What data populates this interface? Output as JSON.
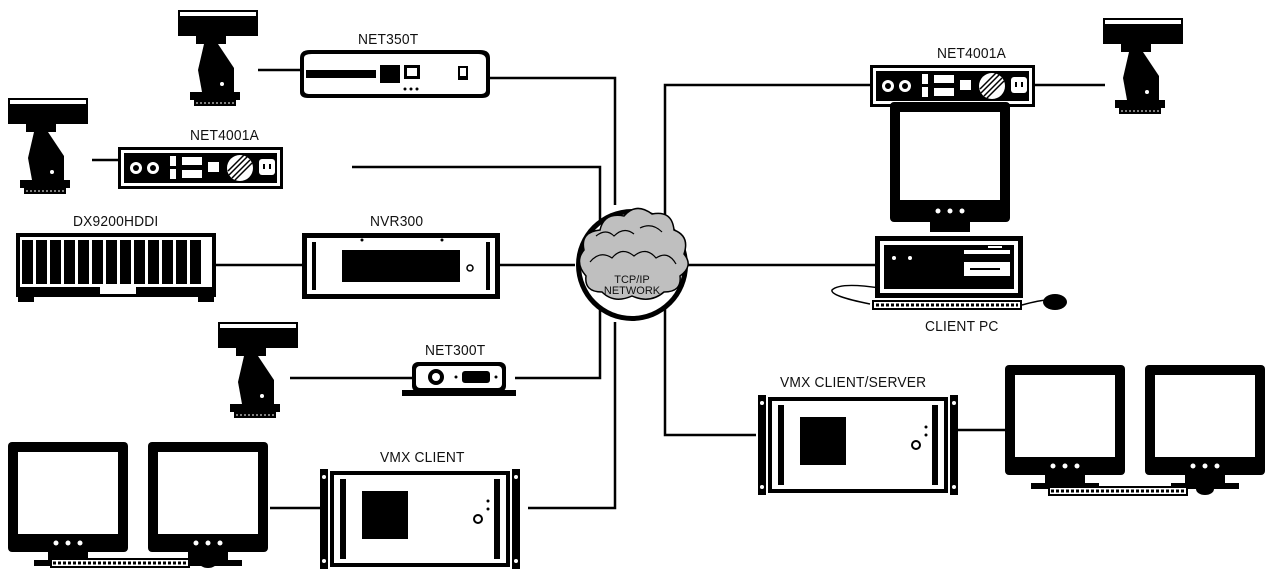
{
  "network": {
    "line1": "TCP/IP",
    "line2": "NETWORK"
  },
  "devices": {
    "net350t": "NET350T",
    "net4001a_left": "NET4001A",
    "net4001a_right": "NET4001A",
    "dx9200hddi": "DX9200HDDI",
    "nvr300": "NVR300",
    "net300t": "NET300T",
    "vmx_client": "VMX CLIENT",
    "vmx_client_server": "VMX CLIENT/SERVER",
    "client_pc": "CLIENT PC"
  },
  "colors": {
    "ink": "#000000",
    "cloud_fill": "#bfbfbf",
    "paper": "#ffffff"
  }
}
